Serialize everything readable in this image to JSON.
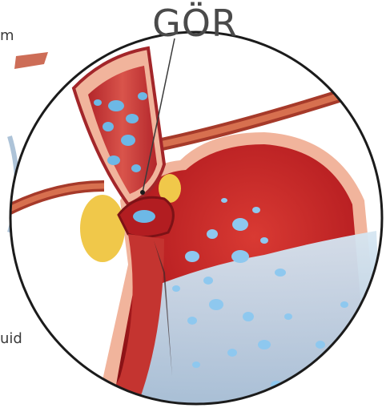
{
  "title": "GÖR",
  "side_labels": {
    "top": "m",
    "bottom": "uid"
  },
  "colors": {
    "tissue_dark": "#a0171a",
    "tissue_mid": "#c8262a",
    "tissue_light": "#e25b4d",
    "outer_wall": "#f2b9a2",
    "fluid": "#bfd7ea",
    "fluid_drop": "#6db8e6",
    "fat": "#f0c84a",
    "vessel": "#c4533a",
    "outline": "#1b1b1b"
  }
}
